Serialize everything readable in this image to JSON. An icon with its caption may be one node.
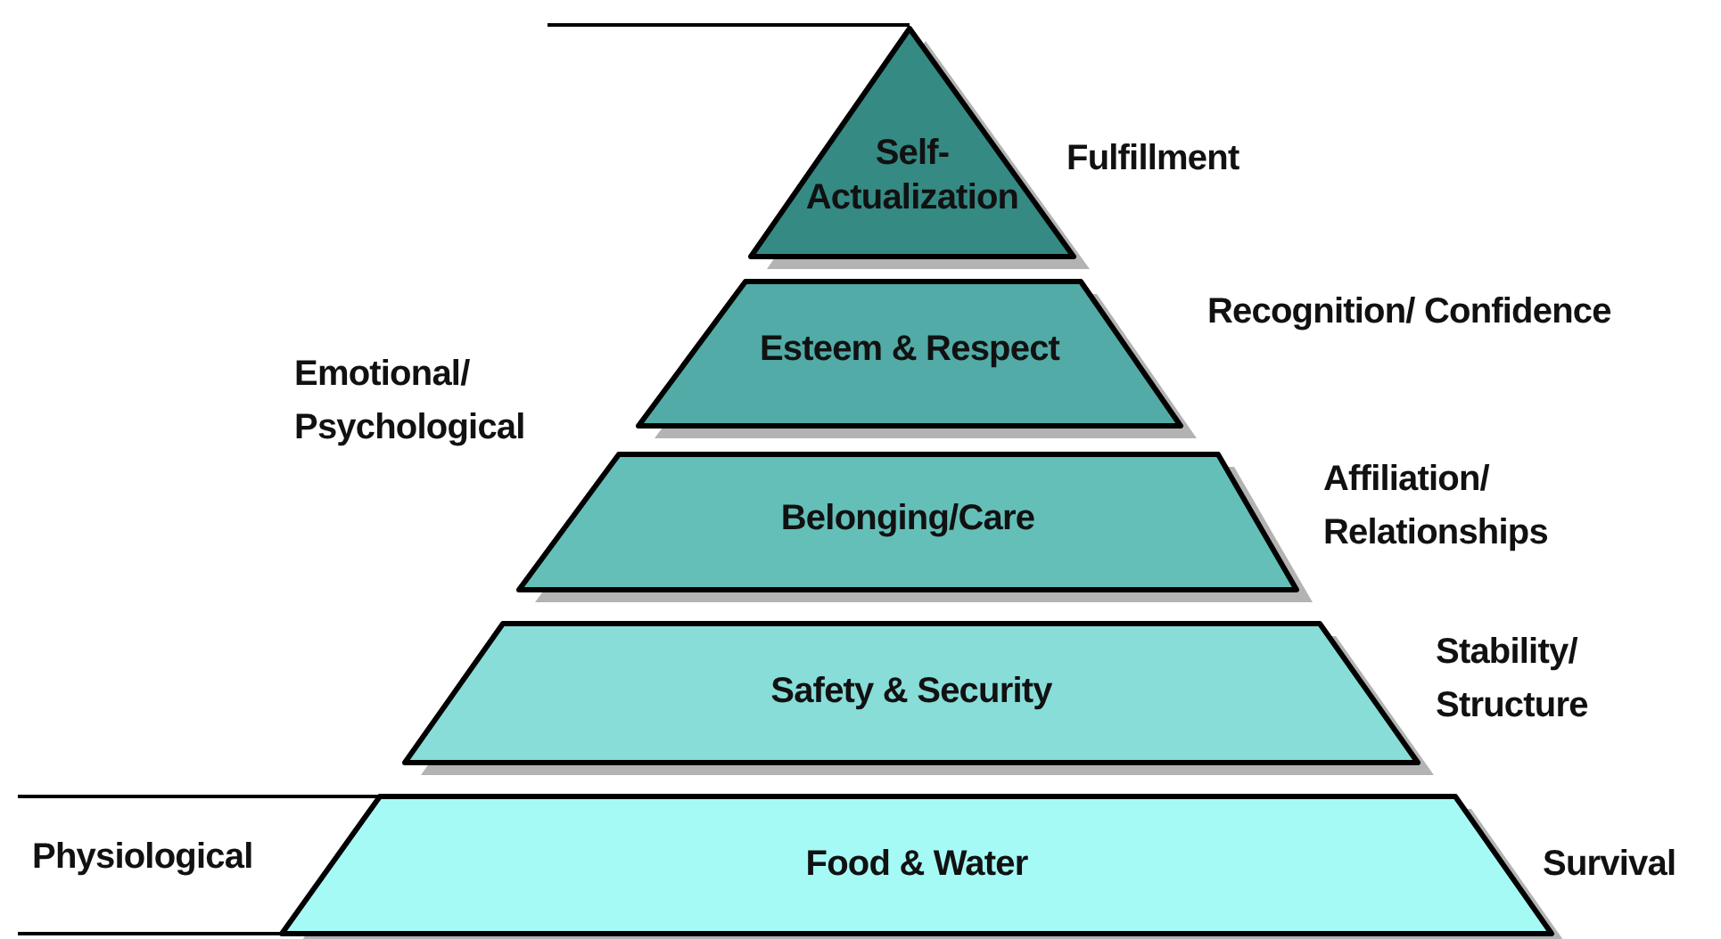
{
  "diagram": {
    "nodes": [
      {
        "text": [
          "Self- Actualization"
        ],
        "beside": [
          "Fulfillment"
        ]
      },
      {
        "text": [
          "Esteem & Respect"
        ],
        "beside": [
          "Recognition/ Confidence"
        ]
      },
      {
        "text": [
          "Belonging/Care"
        ],
        "beside": [
          "Affiliation/ Relationships"
        ]
      },
      {
        "text": [
          "Safety & Security"
        ],
        "beside": [
          "Stability/ Structure"
        ]
      },
      {
        "text": [
          "Food & Water"
        ],
        "beside": [
          "Survival"
        ]
      }
    ],
    "edges": [],
    "labels": [
      "Emotional/ Psychological",
      "Physiological"
    ]
  }
}
